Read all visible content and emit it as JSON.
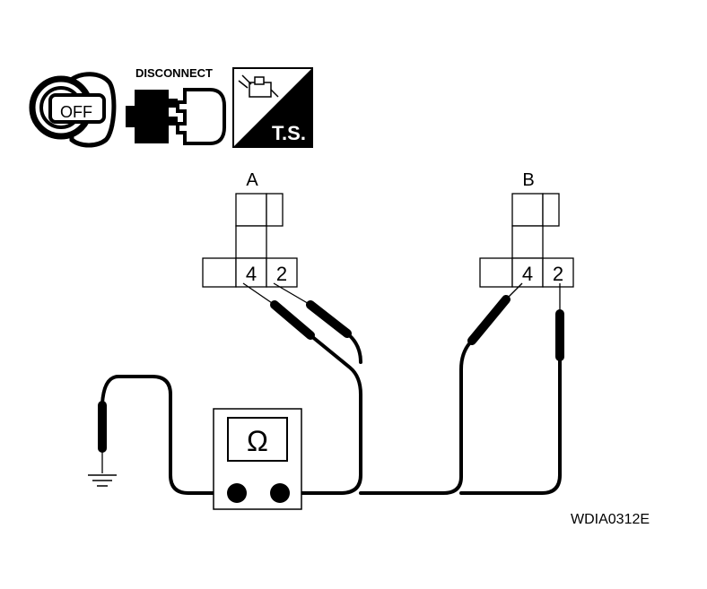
{
  "icons": {
    "ignition": {
      "text": "OFF"
    },
    "disconnect": {
      "text": "DISCONNECT"
    },
    "tech_support": {
      "text": "T.S."
    }
  },
  "connectors": [
    {
      "label": "A",
      "terminals": [
        "4",
        "2"
      ]
    },
    {
      "label": "B",
      "terminals": [
        "4",
        "2"
      ]
    }
  ],
  "meter": {
    "symbol": "Ω"
  },
  "figure_id": "WDIA0312E"
}
